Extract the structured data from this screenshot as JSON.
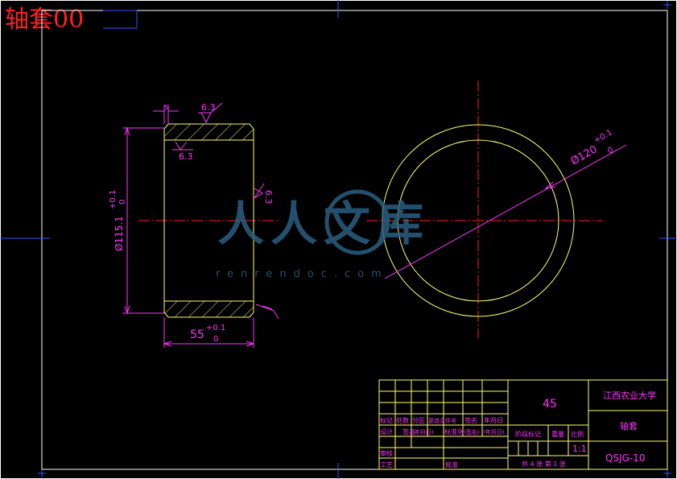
{
  "title": "轴套00",
  "colors": {
    "background": "#000000",
    "part": "#ffff66",
    "dimension": "#ff33ff",
    "centerline": "#ff2020",
    "frame": "#ffffff",
    "title_block": "#ffff66",
    "title_text": "#ff2020",
    "corner_mark": "#3355ff",
    "watermark": "#2a6080"
  },
  "watermark": {
    "logo_text": "人人文库",
    "url_text": "renrendoc.com"
  },
  "dimensions": {
    "roughness_top": "6.3",
    "roughness_inner": "6.3",
    "roughness_right": "6.3",
    "chamfer_top": "5",
    "diameter_left": "Ø115.1",
    "diameter_left_tol_upper": "+0.1",
    "diameter_left_tol_lower": "0",
    "length_bottom": "55",
    "length_tol_upper": "+0.1",
    "length_tol_lower": "0",
    "diameter_circle": "Ø120",
    "diameter_circle_tol_upper": "+0.1",
    "diameter_circle_tol_lower": "0"
  },
  "title_block": {
    "material": "45",
    "school": "江西农业大学",
    "part_name": "轴套",
    "drawing_no": "QSJG-10",
    "scale": "1:1",
    "sheet_info": "共 4 张 第 1 张",
    "row_labels": [
      "标记",
      "处数",
      "分区",
      "更改文件号",
      "签名",
      "年月日"
    ],
    "design_row": [
      "设计",
      "签名",
      "(年月日)",
      "标准化",
      "(签名)",
      "(年月日)"
    ],
    "stage_label": "阶段标记",
    "weight_label": "重量",
    "scale_label": "比例",
    "review_label": "审核",
    "process_label": "工艺",
    "approve_label": "批准"
  }
}
